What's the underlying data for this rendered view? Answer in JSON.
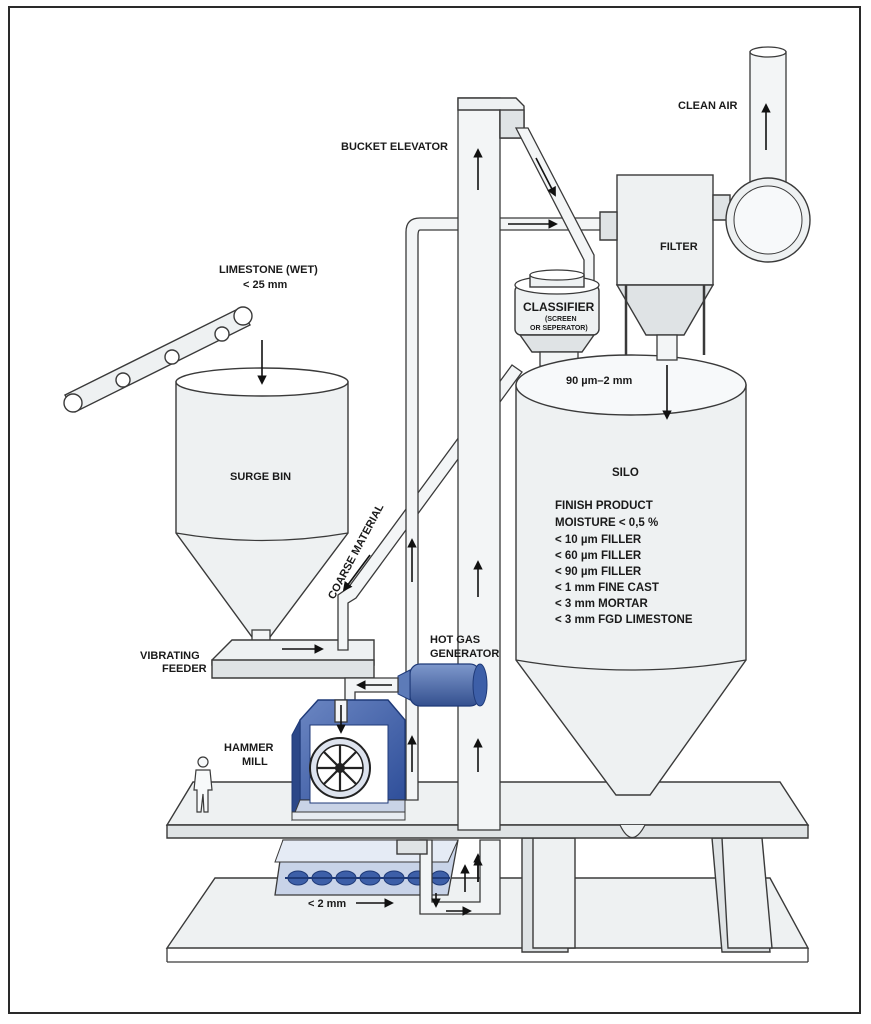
{
  "labels": {
    "clean_air": "CLEAN AIR",
    "bucket_elevator": "BUCKET ELEVATOR",
    "filter": "FILTER",
    "limestone_wet": "LIMESTONE (WET)",
    "limestone_size": "< 25 mm",
    "classifier": "CLASSIFIER",
    "classifier_sub1": "(SCREEN",
    "classifier_sub2": "OR SEPERATOR)",
    "classifier_out": "90 µm–2 mm",
    "surge_bin": "SURGE BIN",
    "silo": "SILO",
    "coarse_material": "COARSE MATERIAL",
    "vibrating_feeder_1": "VIBRATING",
    "vibrating_feeder_2": "FEEDER",
    "hot_gas_generator_1": "HOT GAS",
    "hot_gas_generator_2": "GENERATOR",
    "hammer_mill_1": "HAMMER",
    "hammer_mill_2": "MILL",
    "screw_size": "< 2 mm"
  },
  "silo_products": [
    "FINISH PRODUCT",
    "MOISTURE < 0,5 %",
    "< 10 µm FILLER",
    "< 60 µm FILLER",
    "< 90 µm FILLER",
    "< 1 mm FINE CAST",
    "< 3 mm MORTAR",
    "< 3 mm FGD LIMESTONE"
  ],
  "colors": {
    "equipment_fill": "#eef1f2",
    "outline": "#3a3a3a",
    "mill_blue": "#2f4f9a",
    "generator_blue": "#4a6aa8",
    "screw_blue": "#3d5fa8"
  }
}
